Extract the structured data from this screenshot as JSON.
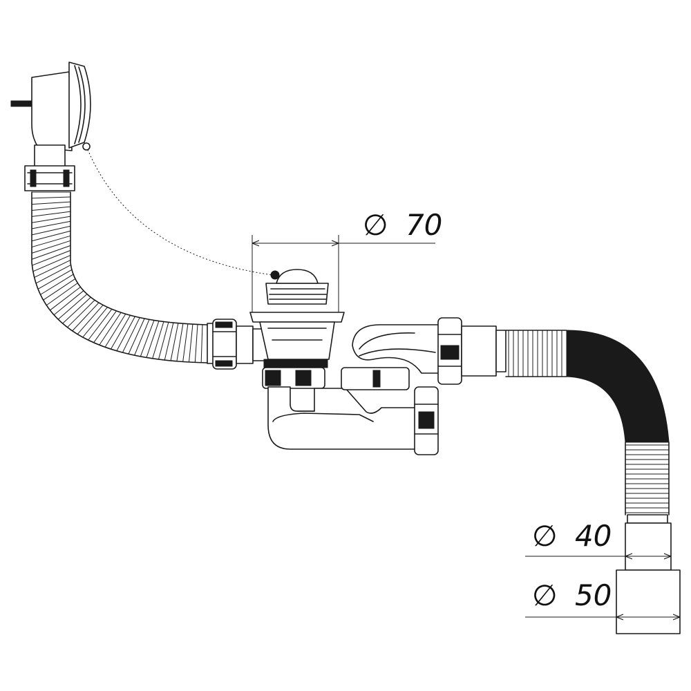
{
  "dimensions": {
    "d70": {
      "symbol": "∅",
      "value": "70"
    },
    "d40": {
      "symbol": "∅",
      "value": "40"
    },
    "d50": {
      "symbol": "∅",
      "value": "50"
    }
  }
}
